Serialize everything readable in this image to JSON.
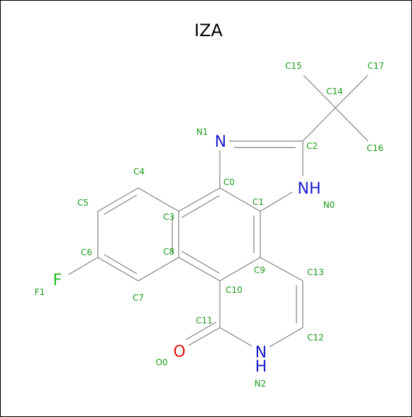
{
  "title": "IZA",
  "colors": {
    "bond": "#808080",
    "index_label": "#1a9a1a",
    "N": "#1f1fd0",
    "O": "#e01010",
    "F": "#22bb22"
  },
  "atoms": {
    "N1": "N1",
    "N0": "N0",
    "N2": "N2",
    "O0": "O0",
    "F1": "F1",
    "C0": "C0",
    "C1": "C1",
    "C2": "C2",
    "C3": "C3",
    "C4": "C4",
    "C5": "C5",
    "C6": "C6",
    "C7": "C7",
    "C8": "C8",
    "C9": "C9",
    "C10": "C10",
    "C11": "C11",
    "C12": "C12",
    "C13": "C13",
    "C14": "C14",
    "C15": "C15",
    "C16": "C16",
    "C17": "C17"
  },
  "symbols": {
    "N1": "N",
    "N0": "NH",
    "N2_N": "N",
    "N2_H": "H",
    "O0": "O",
    "F1": "F"
  }
}
